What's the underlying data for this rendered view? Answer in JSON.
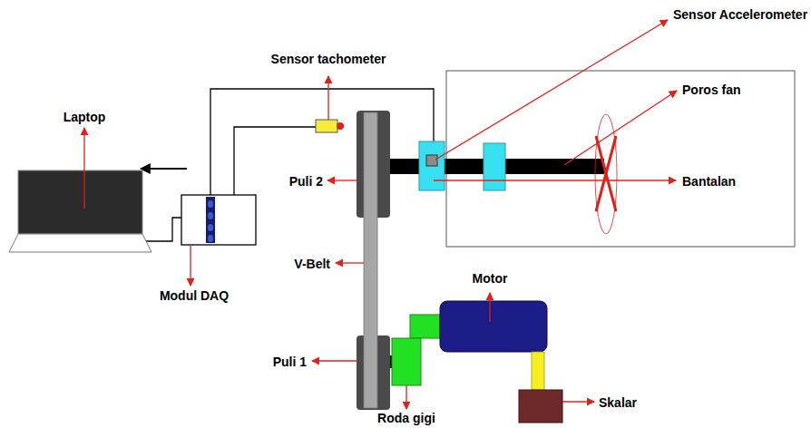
{
  "diagram": {
    "labels": [
      "Sensor tachometer",
      "Sensor Accelerometer",
      "Laptop",
      "Poros fan",
      "Puli 2",
      "Bantalan",
      "Modul DAQ",
      "V-Belt",
      "Motor",
      "Puli 1",
      "Skalar",
      "Roda gigi"
    ]
  }
}
